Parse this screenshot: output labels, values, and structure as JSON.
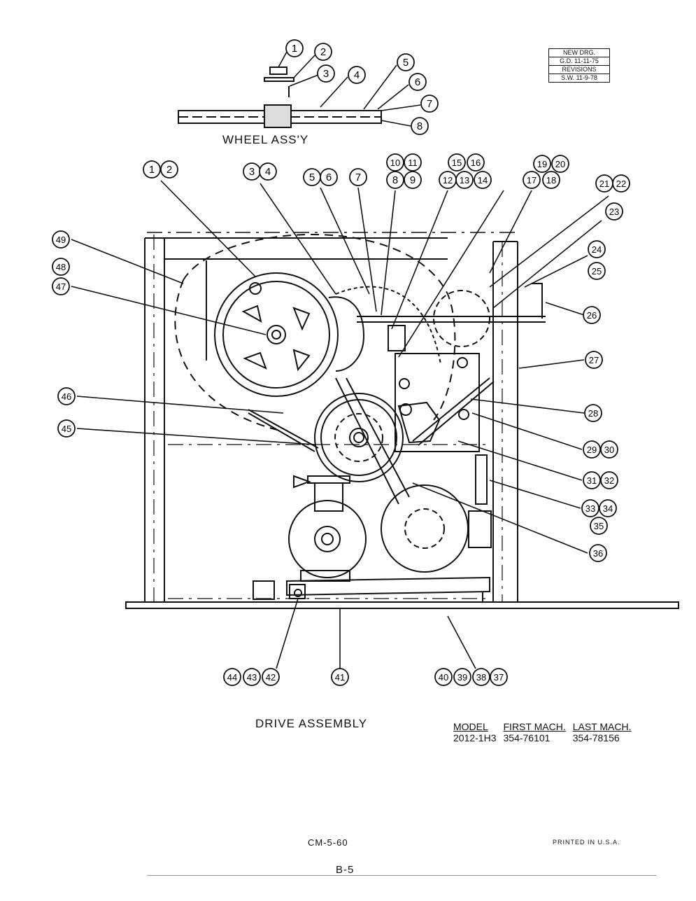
{
  "wheel_assembly": {
    "title": "WHEEL ASS'Y",
    "callouts": [
      "1",
      "2",
      "3",
      "4",
      "5",
      "6",
      "7",
      "8"
    ]
  },
  "revisions_box": {
    "new_drg": "NEW DRG.",
    "new_drg_date": "G.D. 11-11-75",
    "revisions_label": "REVISIONS",
    "revision_date": "S.W. 11-9-78"
  },
  "drive_assembly": {
    "title": "DRIVE ASSEMBLY",
    "callouts": [
      "1",
      "2",
      "3",
      "4",
      "5",
      "6",
      "7",
      "8",
      "9",
      "10",
      "11",
      "12",
      "13",
      "14",
      "15",
      "16",
      "17",
      "18",
      "19",
      "20",
      "21",
      "22",
      "23",
      "24",
      "25",
      "26",
      "27",
      "28",
      "29",
      "30",
      "31",
      "32",
      "33",
      "34",
      "35",
      "36",
      "37",
      "38",
      "39",
      "40",
      "41",
      "42",
      "43",
      "44",
      "45",
      "46",
      "47",
      "48",
      "49"
    ]
  },
  "model_table": {
    "headers": [
      "MODEL",
      "FIRST MACH.",
      "LAST MACH."
    ],
    "row": [
      "2012-1H3",
      "354-76101",
      "354-78156"
    ]
  },
  "footer": {
    "doc_code": "CM-5-60",
    "printed": "PRINTED IN U.S.A.",
    "page": "B-5"
  }
}
